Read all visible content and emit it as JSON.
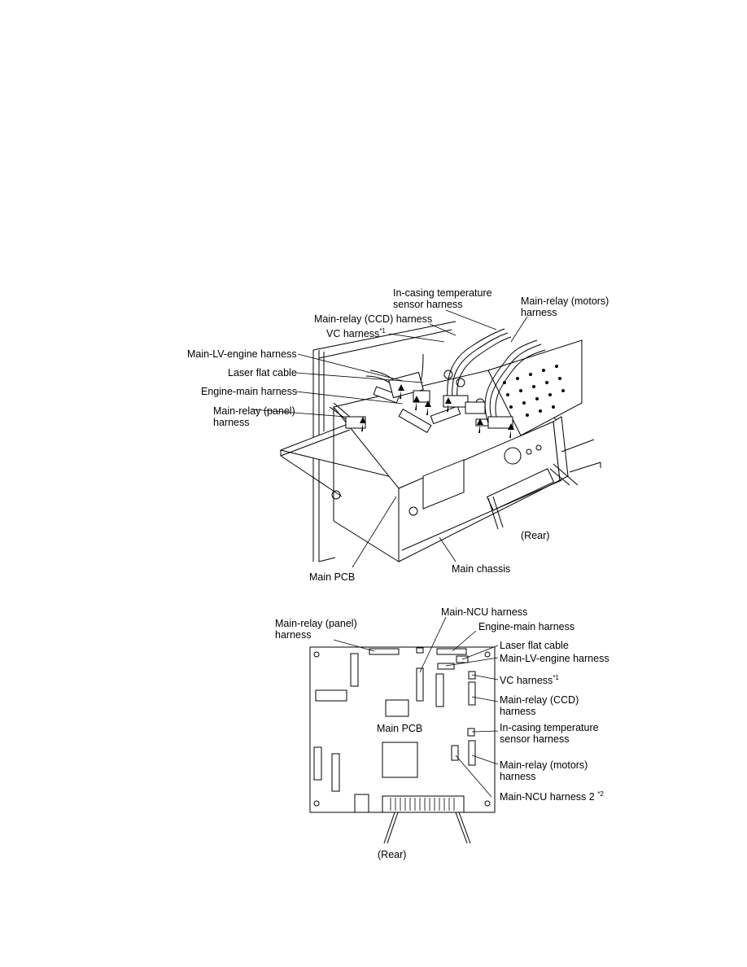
{
  "top_figure": {
    "labels": {
      "in_casing_temp": "In-casing temperature\nsensor harness",
      "main_relay_motors": "Main-relay (motors)\nharness",
      "main_relay_ccd": "Main-relay (CCD) harness",
      "vc_harness": "VC harness",
      "vc_note": "*1",
      "main_lv_engine": "Main-LV-engine harness",
      "laser_flat": "Laser flat cable",
      "engine_main": "Engine-main harness",
      "main_relay_panel": "Main-relay (panel)\nharness",
      "rear": "(Rear)",
      "main_chassis": "Main chassis",
      "main_pcb": "Main PCB"
    }
  },
  "bottom_figure": {
    "labels": {
      "main_ncu": "Main-NCU harness",
      "main_relay_panel": "Main-relay (panel)\nharness",
      "engine_main": "Engine-main harness",
      "laser_flat": "Laser flat cable",
      "main_lv_engine": "Main-LV-engine harness",
      "vc_harness": "VC harness",
      "vc_note": "*1",
      "main_relay_ccd": "Main-relay (CCD)\nharness",
      "main_pcb": "Main PCB",
      "in_casing_temp": "In-casing temperature\nsensor harness",
      "main_relay_motors": "Main-relay (motors)\nharness",
      "main_ncu_2": "Main-NCU harness 2",
      "ncu2_note": "*2",
      "rear": "(Rear)"
    }
  }
}
